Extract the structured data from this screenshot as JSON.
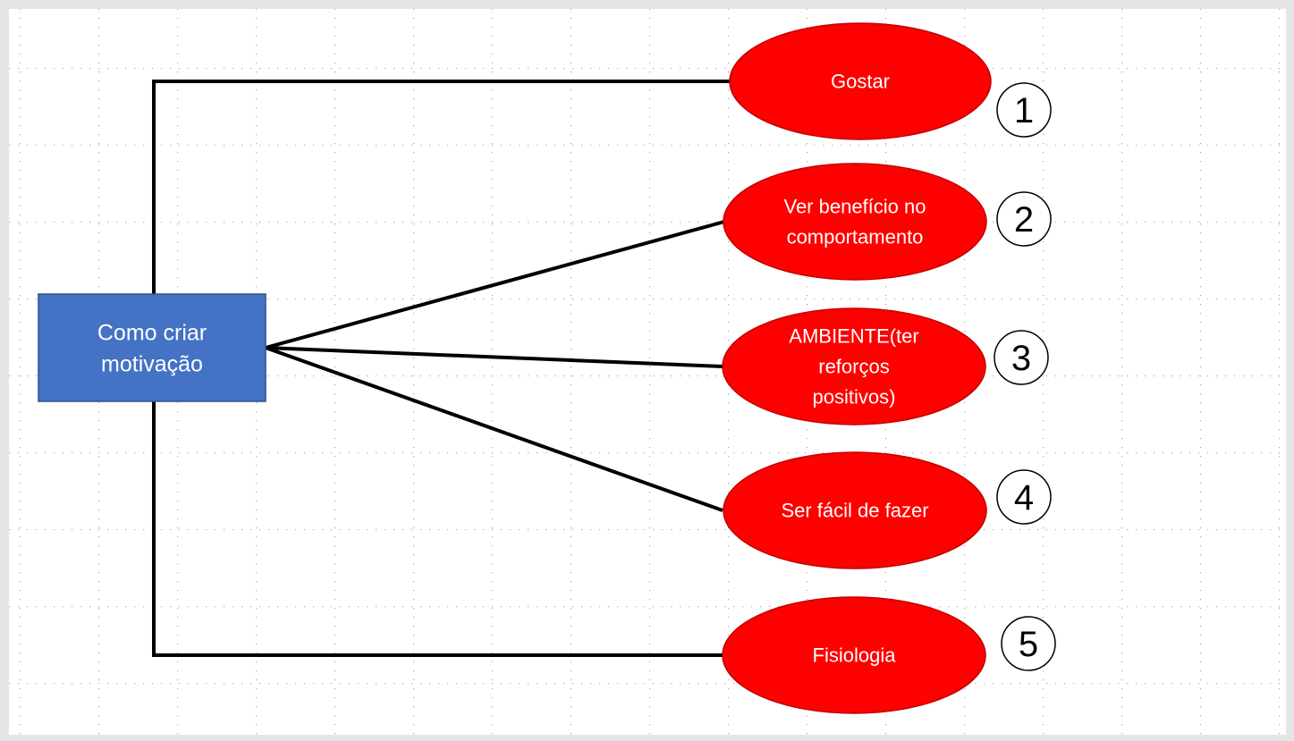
{
  "diagram": {
    "root": {
      "lines": [
        "Como criar",
        "motivação"
      ]
    },
    "nodes": [
      {
        "lines": [
          "Gostar"
        ],
        "number": "1"
      },
      {
        "lines": [
          "Ver benefício no",
          "comportamento"
        ],
        "number": "2"
      },
      {
        "lines": [
          "AMBIENTE(ter",
          "reforços",
          "positivos)"
        ],
        "number": "3"
      },
      {
        "lines": [
          "Ser fácil de fazer"
        ],
        "number": "4"
      },
      {
        "lines": [
          "Fisiologia"
        ],
        "number": "5"
      }
    ]
  },
  "colors": {
    "root_fill": "#4472c4",
    "node_fill": "#ff0000",
    "line": "#000000",
    "grid_dot": "#a6a6a6",
    "slide_bg": "#ffffff",
    "workspace_bg": "#e6e6e6"
  }
}
